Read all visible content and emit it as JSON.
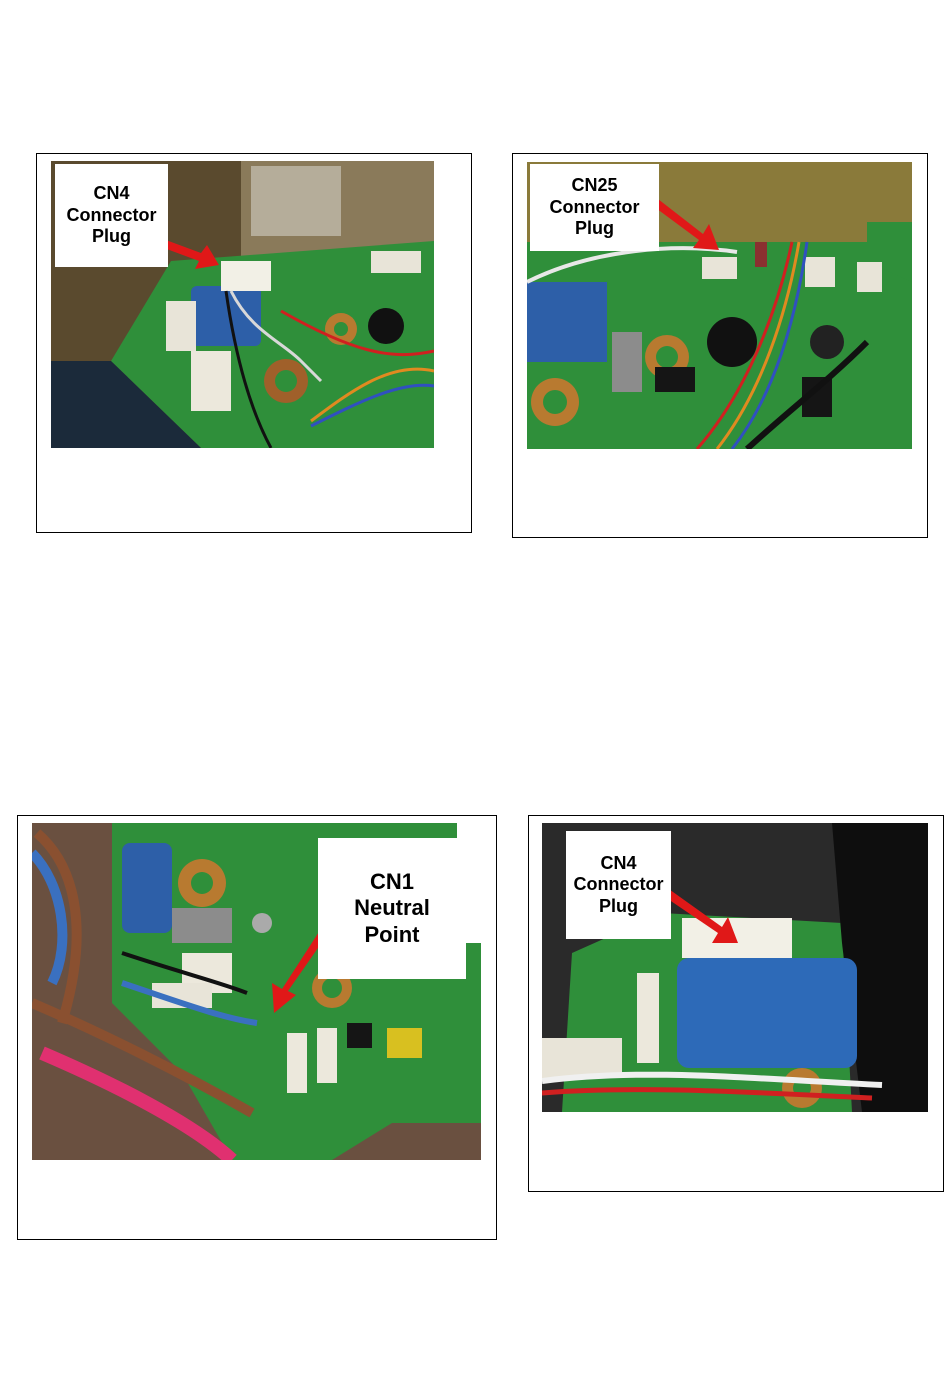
{
  "panels": [
    {
      "callout_lines": [
        "CN4",
        "Connector",
        "Plug"
      ]
    },
    {
      "callout_lines": [
        "CN25",
        "Connector",
        "Plug"
      ]
    },
    {
      "callout_lines": [
        "CN1",
        "Neutral",
        "Point"
      ]
    },
    {
      "callout_lines": [
        "CN4",
        "Connector",
        "Plug"
      ]
    }
  ]
}
